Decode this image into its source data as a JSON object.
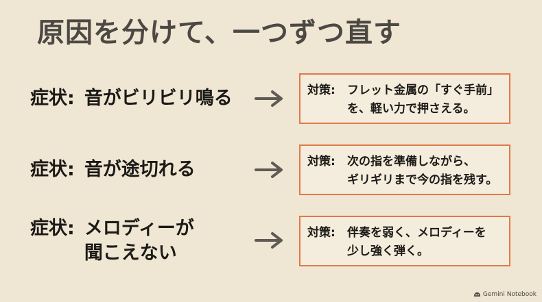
{
  "title": "原因を分けて、一つずつ直す",
  "rows": [
    {
      "symptom_label": "症状:",
      "symptom_lines": [
        "音がビリビリ鳴る"
      ],
      "fix_label": "対策:",
      "fix_lines": [
        "フレット金属の「すぐ手前」",
        "を、軽い力で押さえる。"
      ]
    },
    {
      "symptom_label": "症状:",
      "symptom_lines": [
        "音が途切れる"
      ],
      "fix_label": "対策:",
      "fix_lines": [
        "次の指を準備しながら、",
        "ギリギリまで今の指を残す。"
      ]
    },
    {
      "symptom_label": "症状:",
      "symptom_lines": [
        "メロディーが",
        "聞こえない"
      ],
      "fix_label": "対策:",
      "fix_lines": [
        "伴奏を弱く、メロディーを",
        "少し強く弾く。"
      ]
    }
  ],
  "arrow_icon": "right-arrow-icon",
  "footer": {
    "icon": "gemini-notebook-icon",
    "text": "Gemini Notebook"
  },
  "colors": {
    "background": "#efe6d3",
    "title": "#4c4843",
    "text": "#1c1a17",
    "box_border": "#e07a48",
    "arrow": "#5f5a53"
  }
}
